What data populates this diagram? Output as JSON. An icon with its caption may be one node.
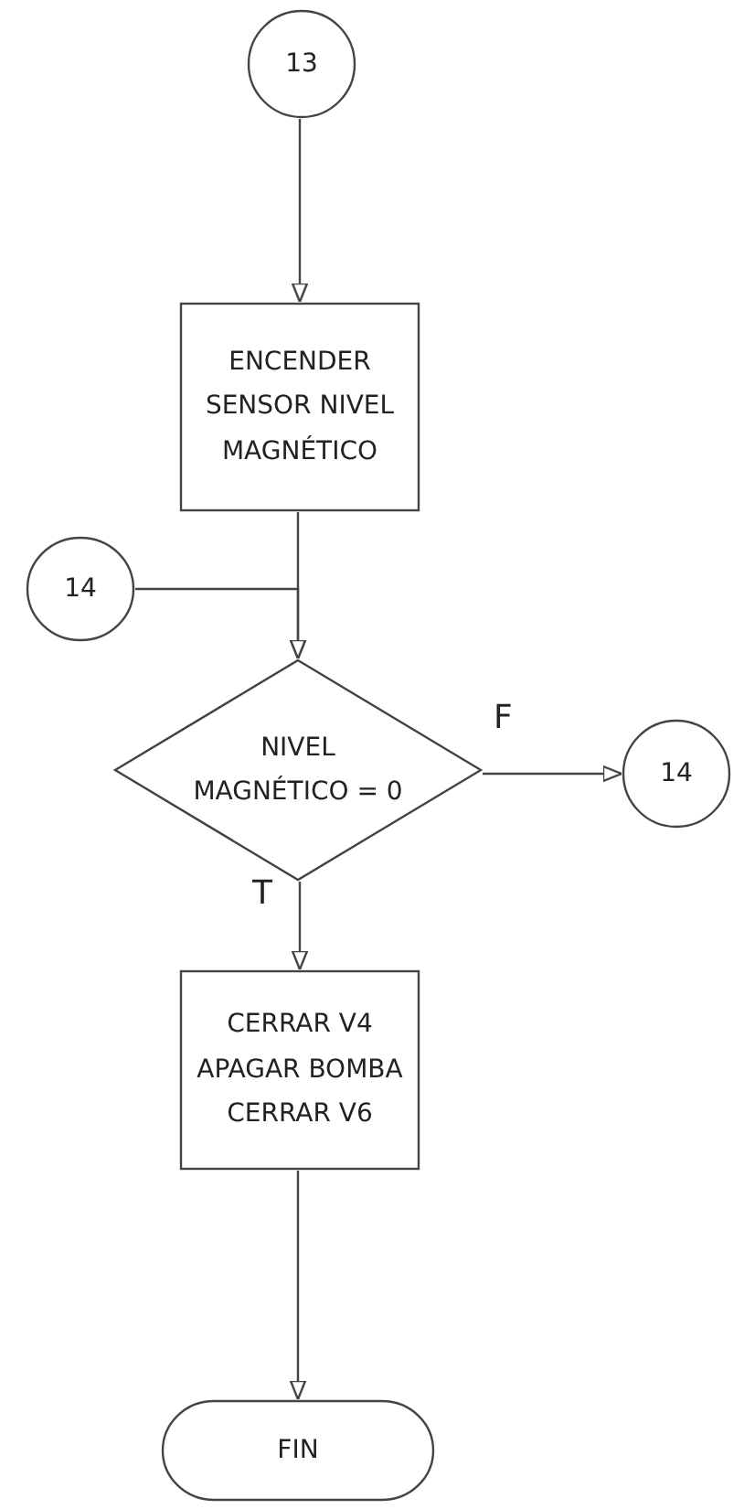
{
  "diagram": {
    "nodes": [
      {
        "text": [
          "13"
        ]
      },
      {
        "text": [
          "ENCENDER SENSOR NIVEL MAGNÉTICO"
        ]
      },
      {
        "text": [
          "14"
        ]
      },
      {
        "text": [
          "NIVEL MAGNÉTICO = 0"
        ]
      },
      {
        "text": [
          "14"
        ]
      },
      {
        "text": [
          "CERRAR V4 APAGAR BOMBA CERRAR V6"
        ]
      },
      {
        "text": [
          "FIN"
        ]
      }
    ],
    "edges": [
      {
        "from": 0,
        "to": 1,
        "arrow": "to"
      },
      {
        "from": 1,
        "to": 3,
        "arrow": "to"
      },
      {
        "from": 2,
        "to": 3,
        "arrow": "to"
      },
      {
        "from": 3,
        "to": 4,
        "arrow": "to",
        "label": "F"
      },
      {
        "from": 3,
        "to": 5,
        "arrow": "to",
        "label": "T"
      },
      {
        "from": 5,
        "to": 6,
        "arrow": "to"
      }
    ]
  }
}
